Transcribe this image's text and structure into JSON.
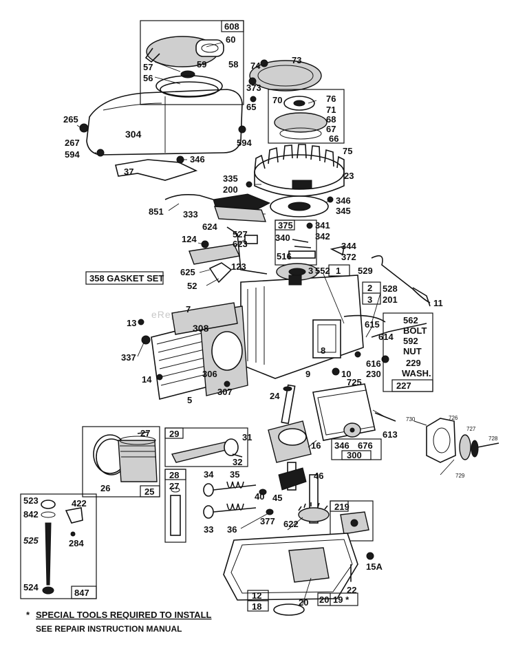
{
  "watermark": "eReplacementParts.com",
  "callouts": {
    "c608": "608",
    "c60": "60",
    "c59": "59",
    "c58": "58",
    "c57": "57",
    "c56": "56",
    "c304": "304",
    "c265": "265",
    "c267": "267",
    "c594a": "594",
    "c594b": "594",
    "c346a": "346",
    "c37": "37",
    "c74": "74",
    "c73": "73",
    "c373": "373",
    "c65": "65",
    "c76": "76",
    "c70": "70",
    "c71": "71",
    "c68": "68",
    "c67": "67",
    "c66": "66",
    "c75": "75",
    "c23": "23",
    "c335": "335",
    "c200": "200",
    "c851": "851",
    "c333": "333",
    "c346b": "346",
    "c345": "345",
    "c375": "375",
    "c341": "341",
    "c342": "342",
    "c340": "340",
    "c344": "344",
    "c372": "372",
    "c516": "516",
    "c624": "624",
    "c527": "527",
    "c623": "623",
    "c124": "124",
    "c123": "123",
    "c625": "625",
    "c52": "52",
    "c3": "3",
    "c552": "552",
    "c1": "1",
    "c529": "529",
    "c2": "2",
    "c3b": "3",
    "c528": "528",
    "c201": "201",
    "c11": "11",
    "c7": "7",
    "c13": "13",
    "c308": "308",
    "c615": "615",
    "c614": "614",
    "c616": "616",
    "c230": "230",
    "c8": "8",
    "c337": "337",
    "c306": "306",
    "c9": "9",
    "c10": "10",
    "c14": "14",
    "c307": "307",
    "c5": "5",
    "c725": "725",
    "c24": "24",
    "c613": "613",
    "c346c": "346",
    "c676": "676",
    "c300": "300",
    "c16": "16",
    "c730": "730",
    "c726": "726",
    "c727": "727",
    "c728": "728",
    "c729": "729",
    "c27a": "27",
    "c29": "29",
    "c31": "31",
    "c32": "32",
    "c26": "26",
    "c25": "25",
    "c28": "28",
    "c27b": "27",
    "c34": "34",
    "c35": "35",
    "c46": "46",
    "c40": "40",
    "c45": "45",
    "c219": "219",
    "c33": "33",
    "c36": "36",
    "c377": "377",
    "c622": "622",
    "c523": "523",
    "c422": "422",
    "c842": "842",
    "c284": "284",
    "c525": "525",
    "c524": "524",
    "c847": "847",
    "c15a": "15A",
    "c22": "22",
    "c12": "12",
    "c18": "18",
    "c20a": "20",
    "c20b": "20",
    "c19": "19 *",
    "c227": "227"
  },
  "labels": {
    "gasket_set": "358 GASKET SET",
    "bolt_line1": "562",
    "bolt_line2": "BOLT",
    "nut_line1": "592",
    "nut_line2": "NUT",
    "wash_line1": "229",
    "wash_line2": "WASH."
  },
  "notes": {
    "special_tools": "SPECIAL TOOLS REQUIRED TO INSTALL",
    "special_tools_star": "*",
    "repair_manual": "SEE REPAIR INSTRUCTION MANUAL"
  }
}
